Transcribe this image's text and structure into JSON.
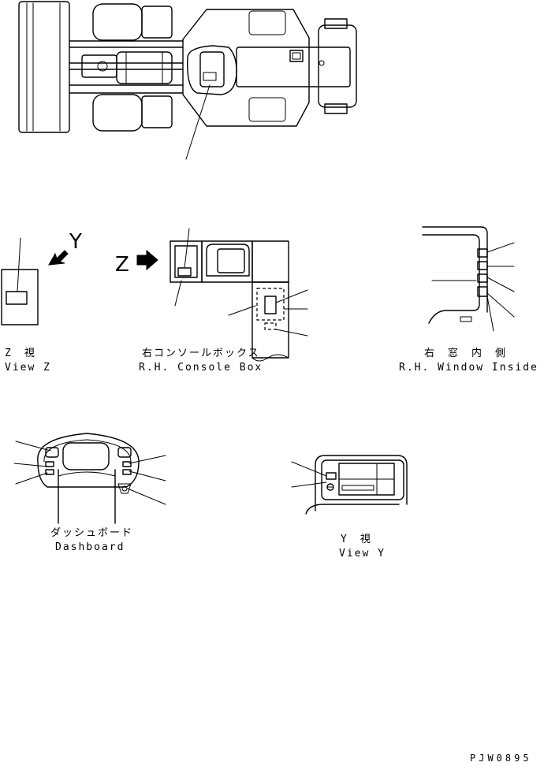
{
  "views": {
    "view_z": {
      "jp": "Z　視",
      "en": "View Z"
    },
    "console_box": {
      "jp": "右コンソールボックス",
      "en": "R.H. Console Box"
    },
    "window_inside": {
      "jp": "右　窓　内　側",
      "en": "R.H. Window Inside"
    },
    "dashboard": {
      "jp": "ダッシュボード",
      "en": "Dashboard"
    },
    "view_y": {
      "jp": "Y　視",
      "en": "View Y"
    }
  },
  "arrows": {
    "y_letter": "Y",
    "z_letter": "Z"
  },
  "drawing_code": "PJW0895"
}
